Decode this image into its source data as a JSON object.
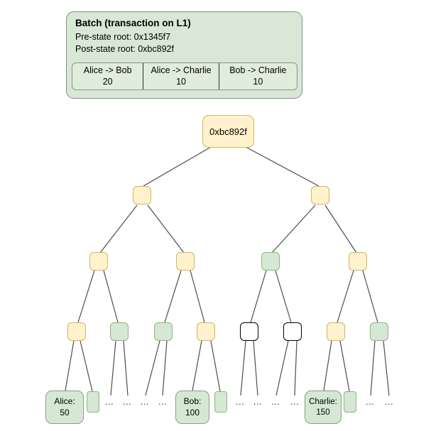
{
  "batch": {
    "title": "Batch (transaction on L1)",
    "pre_state": "Pre-state root: 0x1345f7",
    "post_state": "Post-state root: 0xbc892f",
    "transactions": [
      {
        "parties": "Alice -> Bob",
        "amount": "20"
      },
      {
        "parties": "Alice -> Charlie",
        "amount": "10"
      },
      {
        "parties": "Bob -> Charlie",
        "amount": "10"
      }
    ]
  },
  "tree": {
    "root_label": "0xbc892f",
    "ellipsis": "...",
    "level1": [
      "yellow",
      "yellow"
    ],
    "level2": [
      "yellow",
      "yellow",
      "green",
      "yellow"
    ],
    "level3": [
      "yellow",
      "green",
      "green",
      "yellow",
      "white",
      "white",
      "yellow",
      "green"
    ],
    "leaves": [
      {
        "kind": "account",
        "name": "Alice:",
        "value": "50"
      },
      {
        "kind": "hash-small"
      },
      {
        "kind": "ellipsis"
      },
      {
        "kind": "ellipsis"
      },
      {
        "kind": "ellipsis"
      },
      {
        "kind": "ellipsis"
      },
      {
        "kind": "account",
        "name": "Bob:",
        "value": "100"
      },
      {
        "kind": "hash-small"
      },
      {
        "kind": "ellipsis"
      },
      {
        "kind": "ellipsis"
      },
      {
        "kind": "ellipsis"
      },
      {
        "kind": "ellipsis"
      },
      {
        "kind": "account",
        "name": "Charlie:",
        "value": "150"
      },
      {
        "kind": "hash-small"
      },
      {
        "kind": "ellipsis"
      },
      {
        "kind": "ellipsis"
      }
    ]
  },
  "colors": {
    "node_yellow_fill": "#fff2cc",
    "node_yellow_border": "#d2b662",
    "node_green_fill": "#d5e8d4",
    "node_green_border": "#94b183",
    "node_white_fill": "#ffffff",
    "node_white_border": "#000000",
    "batch_fill": "#d9e8d6",
    "batch_border": "#848c84",
    "table_fill": "#e0ecdc",
    "leaf_border": "#8d9c8b",
    "edge_color": "#4d4d4d"
  }
}
